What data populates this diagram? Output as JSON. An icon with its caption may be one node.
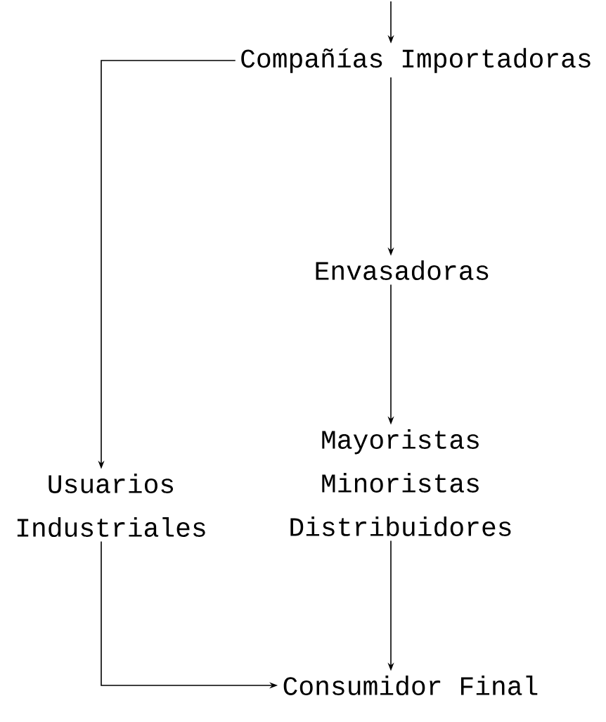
{
  "diagram": {
    "nodes": [
      {
        "text": [
          "Compañías Importadoras"
        ]
      },
      {
        "text": [
          "Envasadoras"
        ]
      },
      {
        "text": [
          "Mayoristas",
          "Minoristas",
          "Distribuidores"
        ]
      },
      {
        "text": [
          "Usuarios",
          "Industriales"
        ]
      },
      {
        "text": [
          "Consumidor Final"
        ]
      }
    ],
    "edges": [
      {
        "from": null,
        "to": 0,
        "arrow": "to"
      },
      {
        "from": 0,
        "to": 1,
        "arrow": "to"
      },
      {
        "from": 1,
        "to": 2,
        "arrow": "to"
      },
      {
        "from": 0,
        "to": 3,
        "arrow": "to"
      },
      {
        "from": 2,
        "to": 4,
        "arrow": "to"
      },
      {
        "from": 3,
        "to": 4,
        "arrow": "to"
      }
    ]
  }
}
